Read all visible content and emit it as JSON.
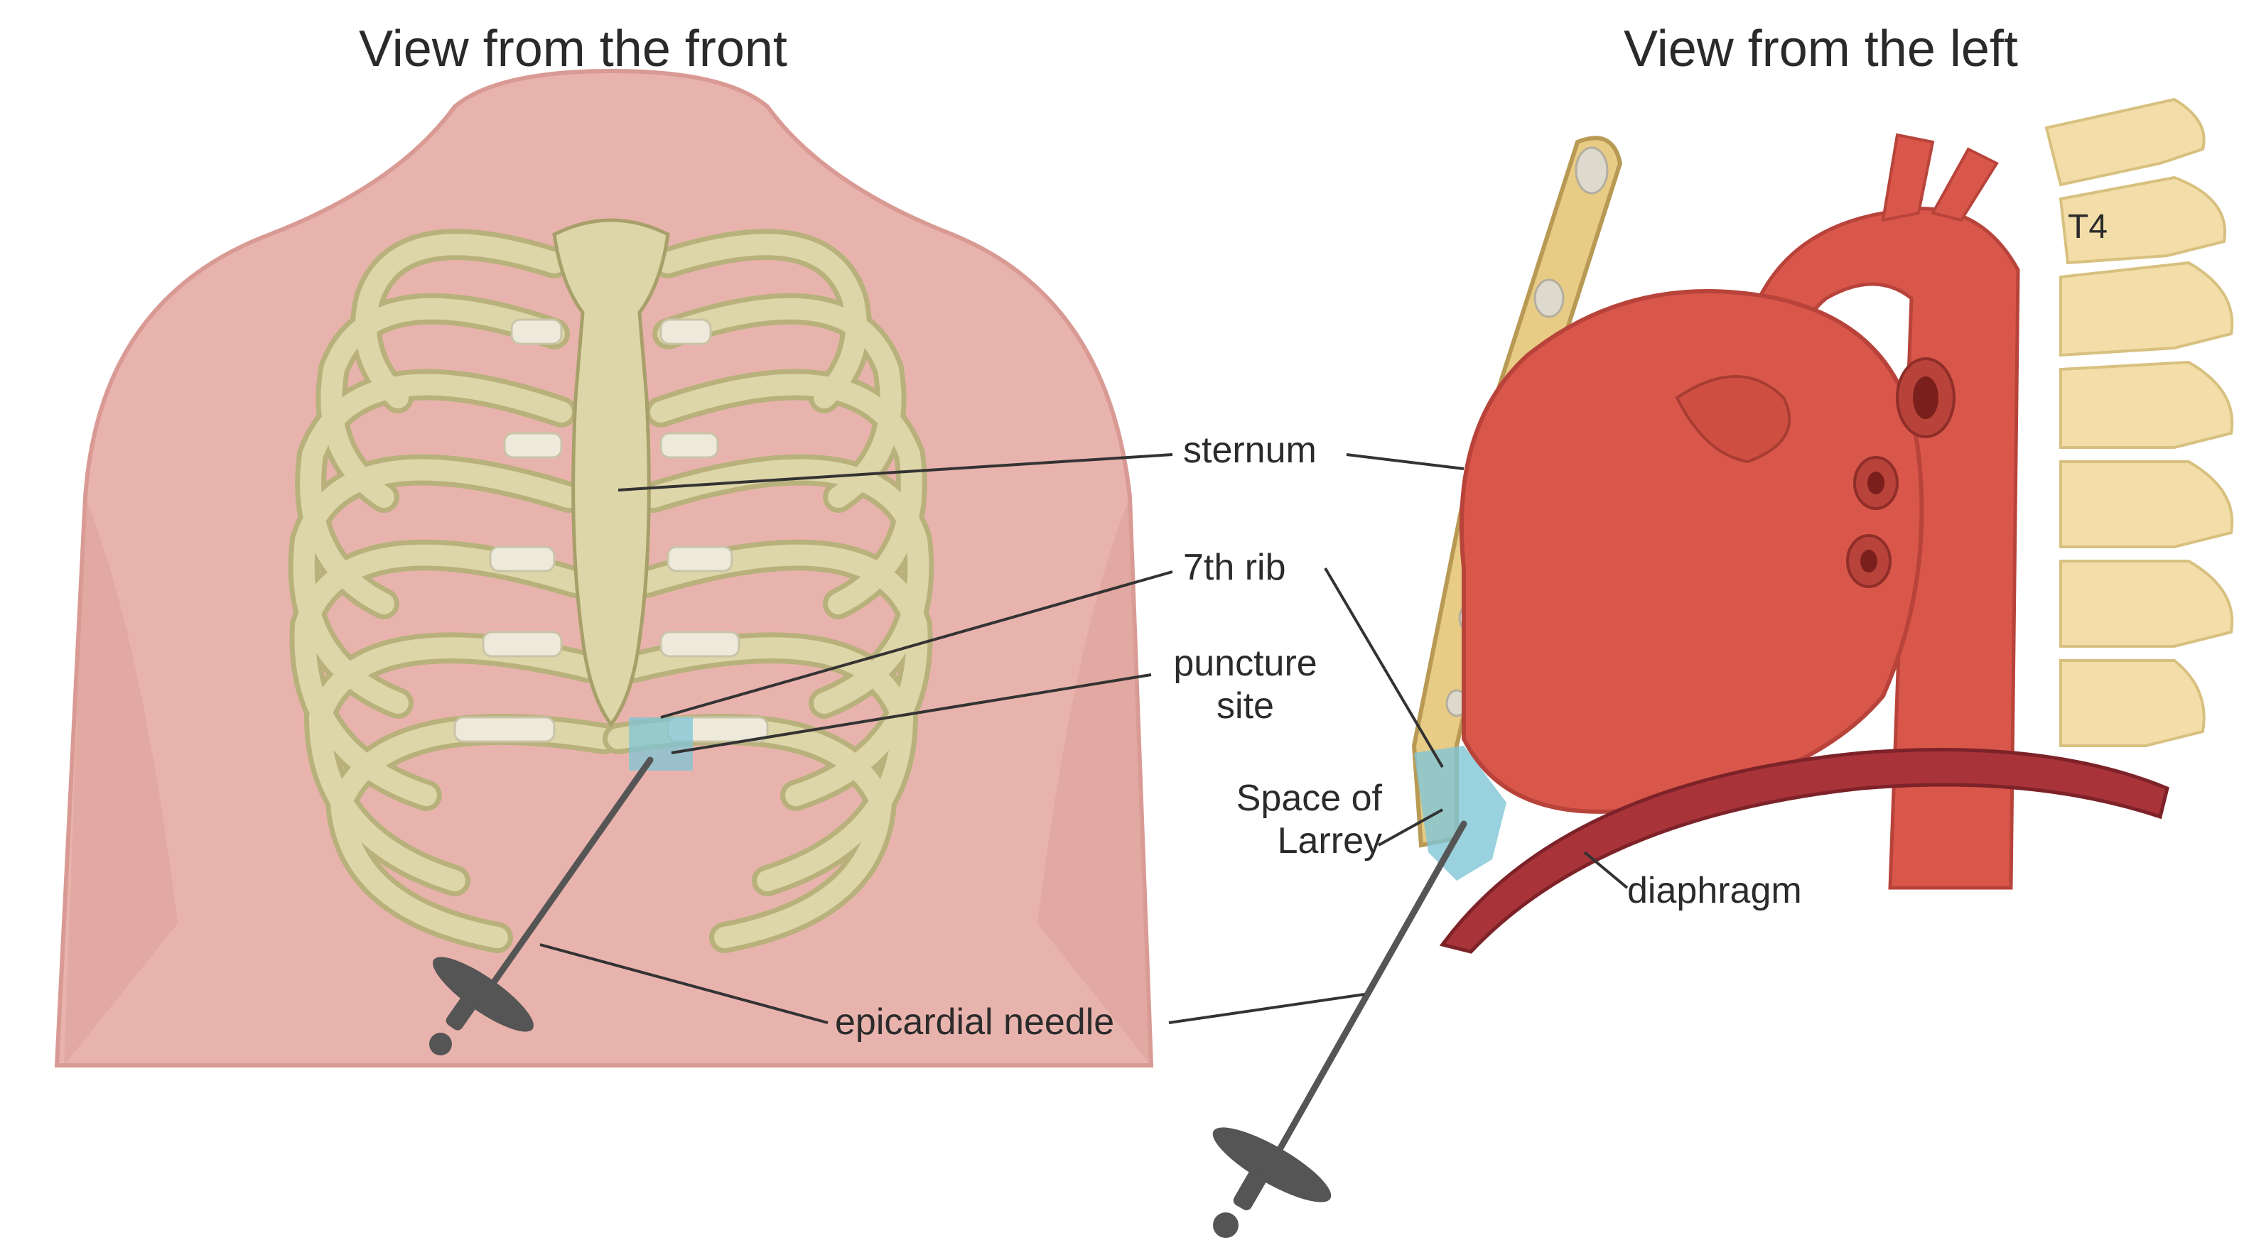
{
  "titles": {
    "front": "View from the front",
    "left": "View from the left"
  },
  "labels": {
    "sternum": "sternum",
    "seventh_rib": "7th rib",
    "puncture_site_line1": "puncture",
    "puncture_site_line2": "site",
    "space_of_larrey_line1": "Space of",
    "space_of_larrey_line2": "Larrey",
    "diaphragm": "diaphragm",
    "epicardial_needle": "epicardial needle",
    "vertebra": "T4"
  },
  "colors": {
    "skin": "#e9b3ad",
    "skin_dark": "#d99a94",
    "bone": "#ddd6a8",
    "bone_outline": "#a8a06a",
    "cartilage": "#eeeadb",
    "heart": "#d9574a",
    "heart_dark": "#b8433a",
    "diaphragm": "#a8343a",
    "puncture_zone": "#7fc6d6",
    "spine": "#f3deaa",
    "needle": "#555555",
    "leader_line": "#333333"
  }
}
